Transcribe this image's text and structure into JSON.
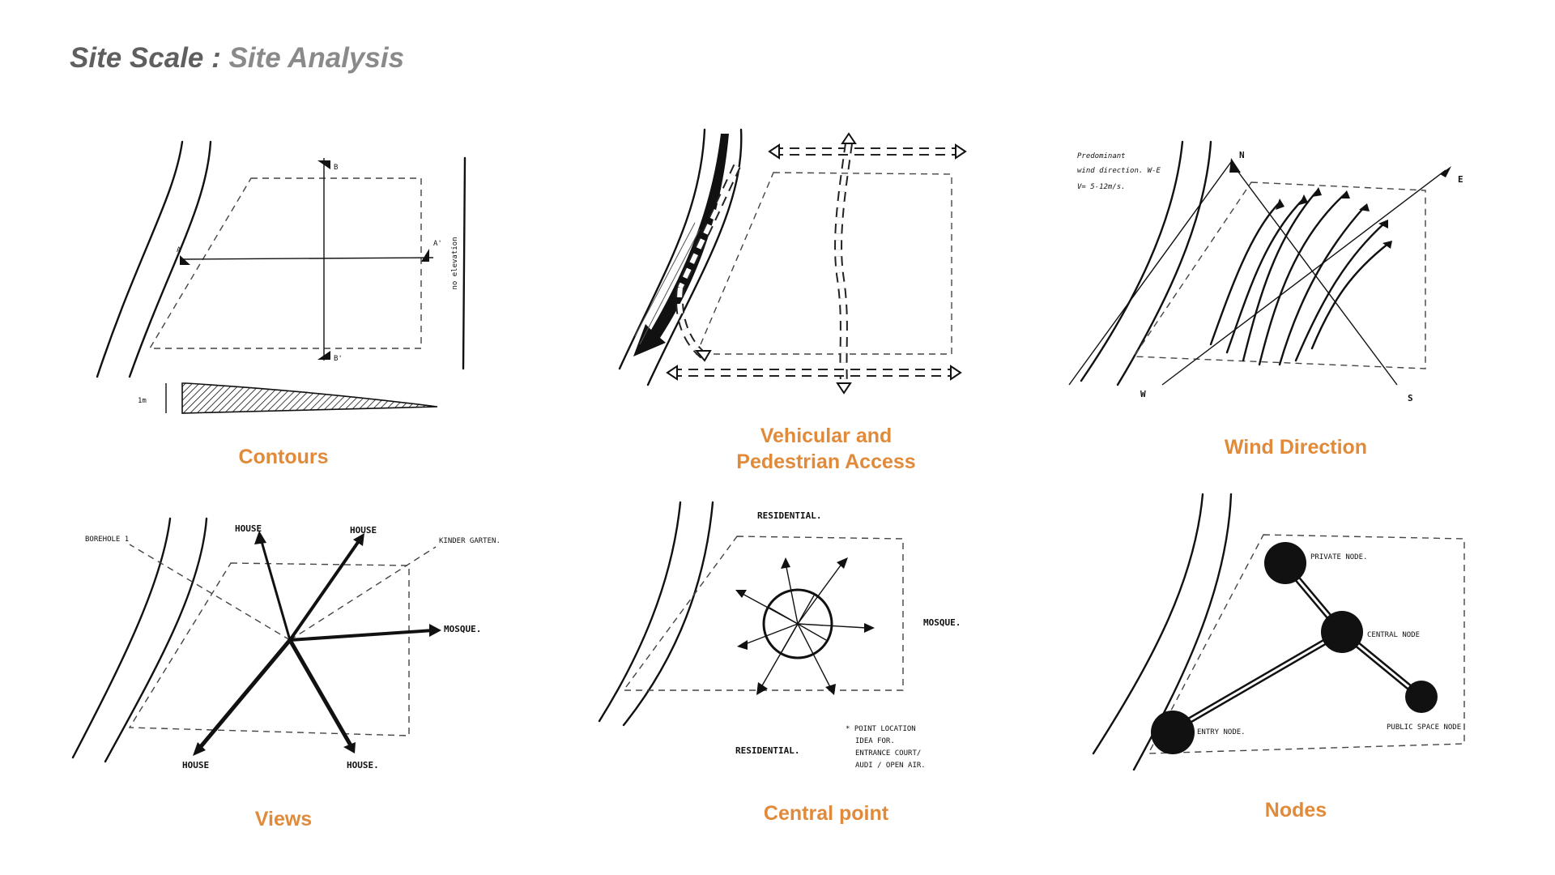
{
  "title": {
    "part1": "Site Scale : ",
    "part2": "Site Analysis"
  },
  "panels": [
    {
      "caption": "Contours",
      "labels": {
        "b_top": "B",
        "b_bottom": "B'",
        "a_left": "A",
        "a_right": "A'",
        "elevation": "no elevation",
        "scale": "1m"
      }
    },
    {
      "caption": "Vehicular and Pedestrian Access",
      "caption_line1": "Vehicular and",
      "caption_line2": "Pedestrian Access"
    },
    {
      "caption": "Wind Direction",
      "note": {
        "line1": "Predominant",
        "line2": "wind direction. W-E",
        "line3": "V= 5-12m/s."
      },
      "compass": {
        "n": "N",
        "e": "E",
        "s": "S",
        "w": "W"
      }
    },
    {
      "caption": "Views",
      "labels": {
        "borehole": "BOREHOLE 1",
        "house_top_left": "HOUSE",
        "house_top_right": "HOUSE",
        "kindergarten": "KINDER GARTEN.",
        "mosque": "MOSQUE.",
        "house_bottom_left": "HOUSE",
        "house_bottom_right": "HOUSE."
      }
    },
    {
      "caption": "Central point",
      "labels": {
        "residential_top": "RESIDENTIAL.",
        "mosque": "MOSQUE.",
        "residential_bottom": "RESIDENTIAL."
      },
      "note": {
        "line1": "* POINT LOCATION",
        "line2": "IDEA FOR.",
        "line3": "ENTRANCE COURT/",
        "line4": "AUDI / OPEN AIR."
      }
    },
    {
      "caption": "Nodes",
      "labels": {
        "private": "PRIVATE NODE.",
        "central": "CENTRAL NODE",
        "public": "PUBLIC SPACE NODE",
        "entry": "ENTRY NODE."
      }
    }
  ]
}
